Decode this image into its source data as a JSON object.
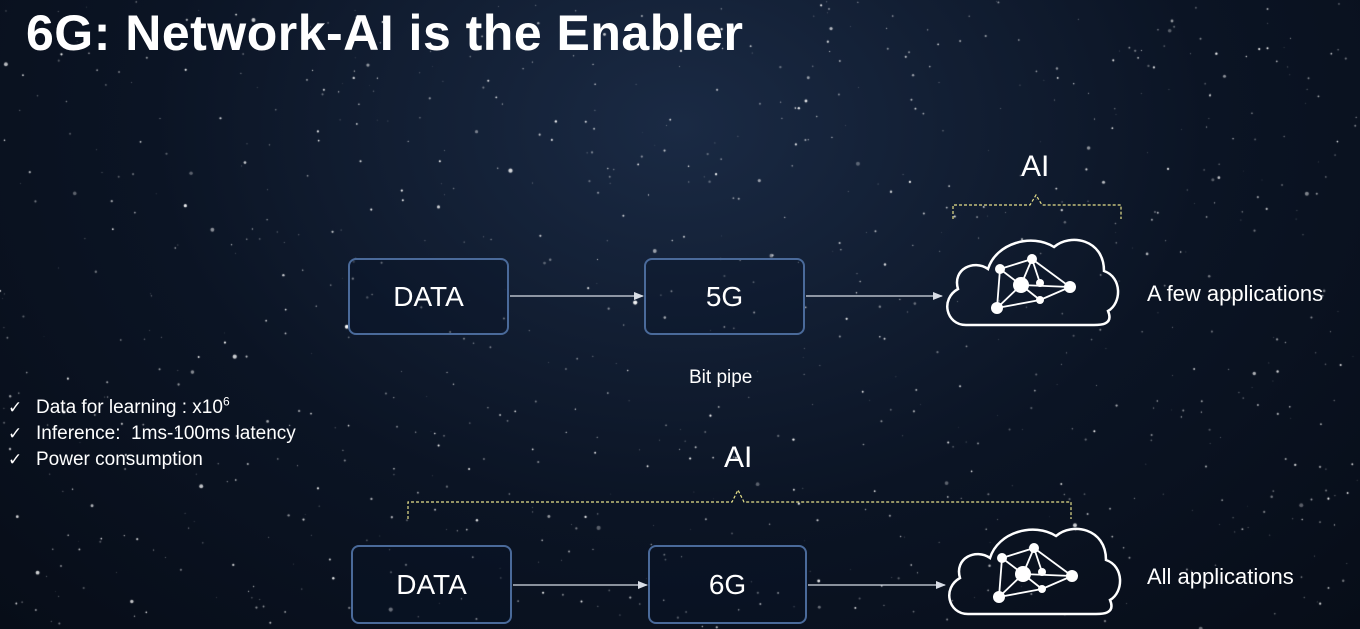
{
  "title": "6G: Network-AI is the Enabler",
  "row_5g": {
    "data_box": "DATA",
    "network_box": "5G",
    "network_caption": "Bit pipe",
    "ai_label": "AI",
    "apps_label": "A few applications"
  },
  "row_6g": {
    "data_box": "DATA",
    "network_box": "6G",
    "ai_label": "AI",
    "apps_label": "All applications"
  },
  "bullets": {
    "item1_text": "Data for learning : x10",
    "item1_sup": "6",
    "item2_text": "Inference:  1ms-100ms latency",
    "item3_text": "Power consumption",
    "check_icon": "checkmark-icon"
  },
  "colors": {
    "box_border": "#4a6a9a",
    "brace": "#e6e08a",
    "arrow": "#d8dde6"
  },
  "icons": [
    "cloud-network-icon",
    "checkmark-icon",
    "arrow-icon"
  ]
}
